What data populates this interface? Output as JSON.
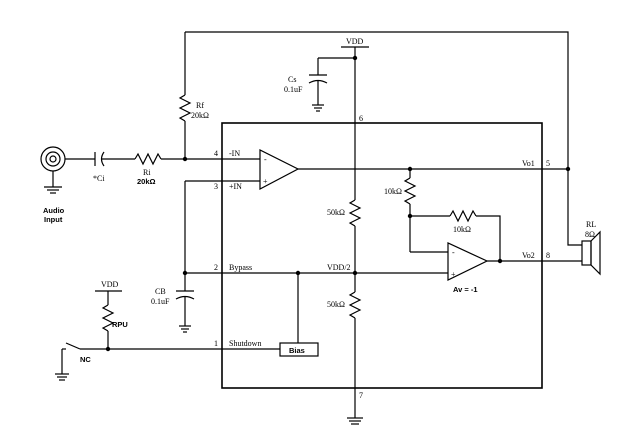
{
  "labels": {
    "vdd_top": "VDD",
    "cs_name": "Cs",
    "cs_value": "0.1uF",
    "rf_name": "Rf",
    "rf_value": "20kΩ",
    "ci_label": "*Ci",
    "ri_name": "Ri",
    "ri_value": "20kΩ",
    "audio_input_line1": "Audio",
    "audio_input_line2": "Input",
    "pin4_num": "4",
    "pin4_name": "-IN",
    "pin3_num": "3",
    "pin3_name": "+IN",
    "pin2_num": "2",
    "pin2_name": "Bypass",
    "pin1_num": "1",
    "pin1_name": "Shutdown",
    "pin6_num": "6",
    "pin7_num": "7",
    "pin5_num": "5",
    "pin8_num": "8",
    "opamp_minus": "-",
    "opamp_plus": "+",
    "vo1": "Vo1",
    "vo2": "Vo2",
    "r10k_a": "10kΩ",
    "r10k_b": "10kΩ",
    "r50k_top": "50kΩ",
    "r50k_bot": "50kΩ",
    "vdd_half": "VDD/2",
    "av_gain": "Av = -1",
    "cb_name": "CB",
    "cb_value": "0.1uF",
    "vdd_left": "VDD",
    "rpu": "RPU",
    "nc": "NC",
    "bias": "Bias",
    "rl_name": "RL",
    "rl_value": "8Ω"
  },
  "colors": {
    "wire": "#000000",
    "background": "#ffffff"
  }
}
